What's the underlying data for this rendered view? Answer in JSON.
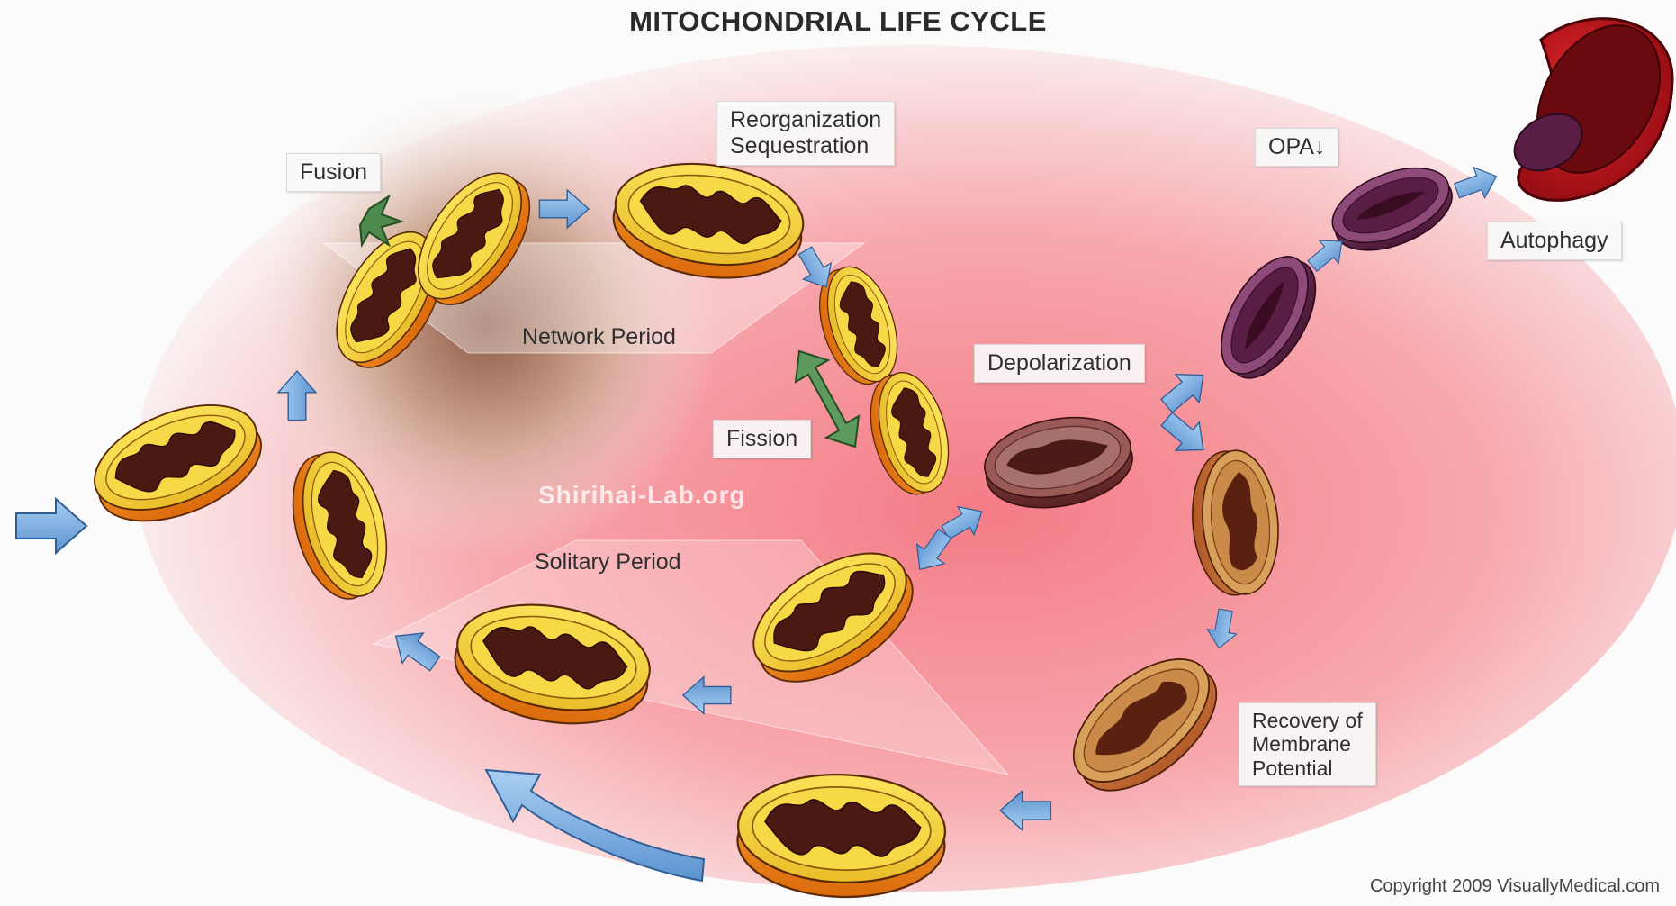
{
  "title": "MITOCHONDRIAL LIFE CYCLE",
  "labels": {
    "fusion": "Fusion",
    "reorganization": "Reorganization",
    "sequestration": "Sequestration",
    "network_period": "Network Period",
    "fission": "Fission",
    "depolarization": "Depolarization",
    "opa": "OPA↓",
    "autophagy": "Autophagy",
    "solitary_period": "Solitary Period",
    "recovery_line1": "Recovery of",
    "recovery_line2": "Membrane",
    "recovery_line3": "Potential"
  },
  "watermark": "Shirihai-Lab.org",
  "copyright": "Copyright 2009 VisuallyMedical.com",
  "colors": {
    "healthy_outer": "#f08a1c",
    "healthy_inner": "#f4d23a",
    "cristae": "#4a1a12",
    "depolarized": "#7a3a38",
    "autophagy_purple": "#6a2a55",
    "arrow_blue": "#7fb3e6",
    "arrow_green": "#4e8a4e",
    "autophagosome_red": "#c8161e"
  }
}
